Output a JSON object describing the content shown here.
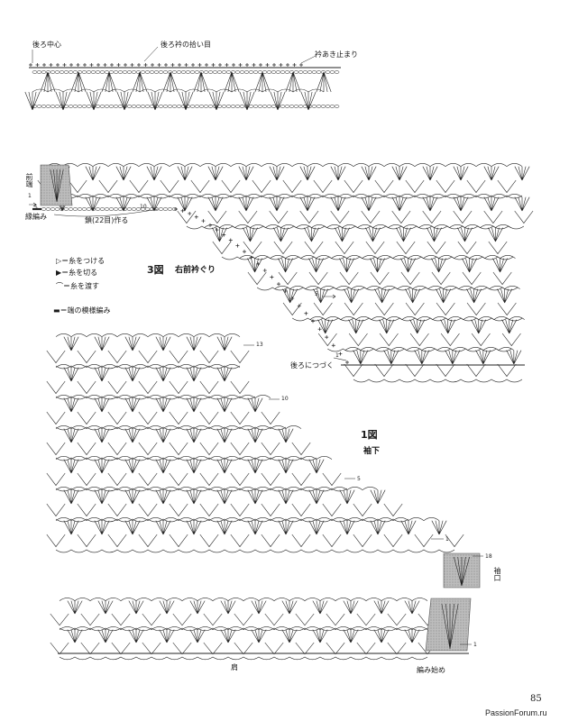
{
  "top_band": {
    "center_back": "後ろ中心",
    "back_collar_pickup": "後ろ衿の拾い目",
    "collar_opening_end": "衿あき止まり"
  },
  "figure3": {
    "title": "3図",
    "subtitle": "右前衿ぐり",
    "front_edge": "前端",
    "edging": "縁編み",
    "chain_22": "鎖(22目)作る",
    "continue_back": "後ろにつづく",
    "num_1": "1",
    "num_5": "5",
    "num_10": "10",
    "num_1b": "1"
  },
  "legend": [
    {
      "symbol": "▷",
      "text": "＝糸をつける"
    },
    {
      "symbol": "▶",
      "text": "＝糸を切る"
    },
    {
      "symbol": "⌒",
      "text": "＝糸を渡す"
    },
    {
      "symbol": "▬",
      "text": "＝端の模様編み"
    }
  ],
  "figure1": {
    "title": "1図",
    "subtitle": "袖下",
    "cuff": "袖口",
    "shoulder": "肩",
    "start": "編み始め",
    "num_13": "13",
    "num_10": "10",
    "num_5": "5",
    "num_1": "1",
    "num_18": "18",
    "num_1b": "1"
  },
  "page_number": "85",
  "watermark": "PassionForum.ru"
}
